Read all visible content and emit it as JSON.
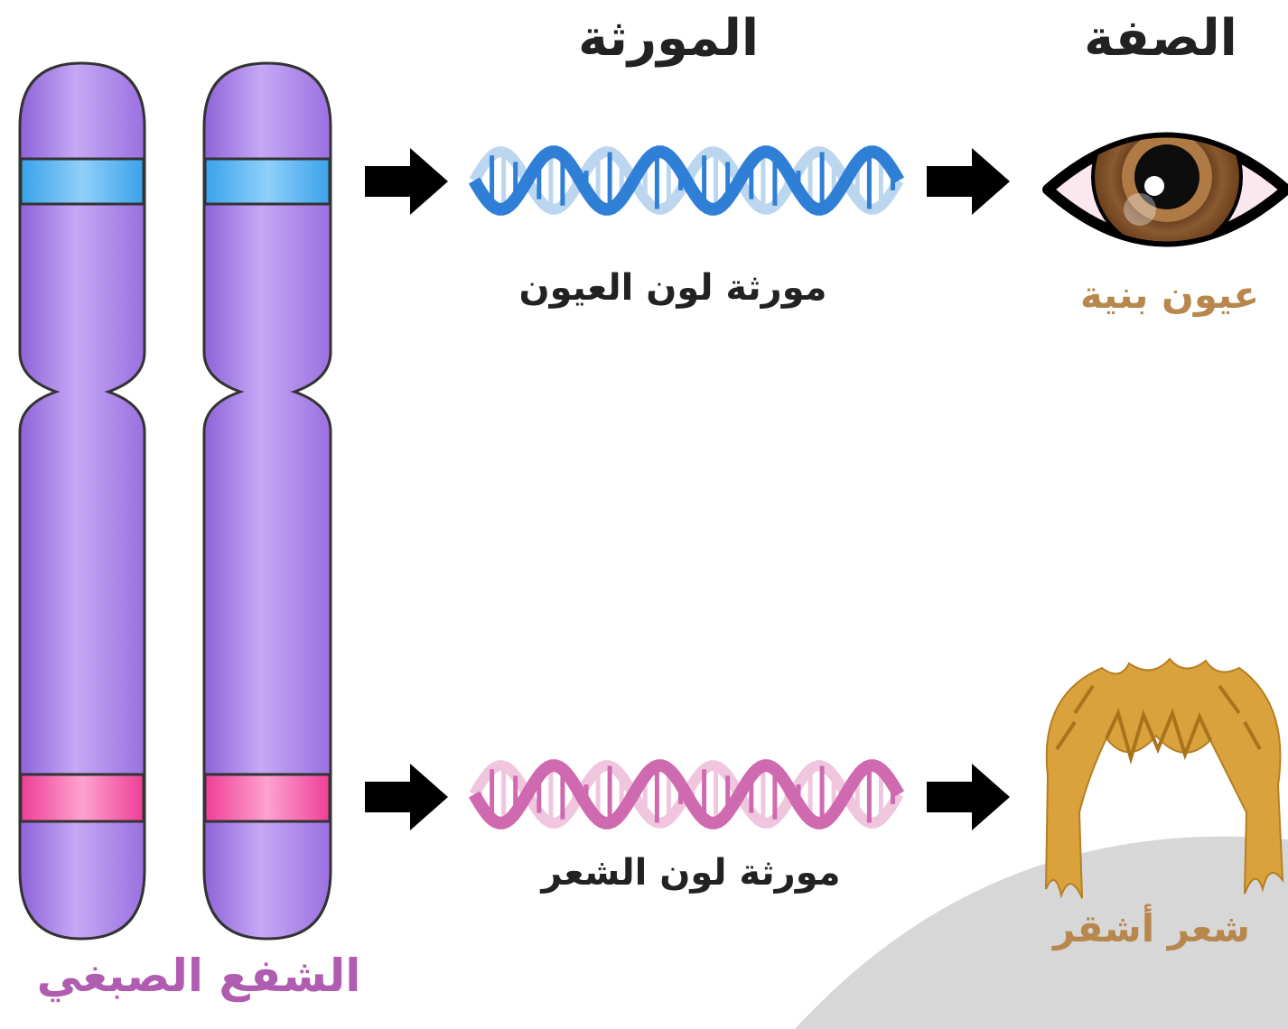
{
  "headers": {
    "gene": "المورثة",
    "trait": "الصفة"
  },
  "eye_row": {
    "gene_label": "مورثة لون العيون",
    "trait_label": "عيون بنية",
    "dna_color": "#2f7fd6",
    "dna_light": "#bcd6f0",
    "band_color": "#4cb0f0"
  },
  "hair_row": {
    "gene_label": "مورثة لون الشعر",
    "trait_label": "شعر أشقر",
    "dna_color": "#d06ab0",
    "dna_light": "#f0c6de",
    "band_color": "#f24f9f"
  },
  "chromosome": {
    "label": "الشفع الصبغي",
    "color": "#a77fe6"
  },
  "colors": {
    "trait_text": "#b8874d",
    "hair": "#d9a23c",
    "iris": "#7a4a24",
    "chromosome_label": "#b05cb0"
  }
}
